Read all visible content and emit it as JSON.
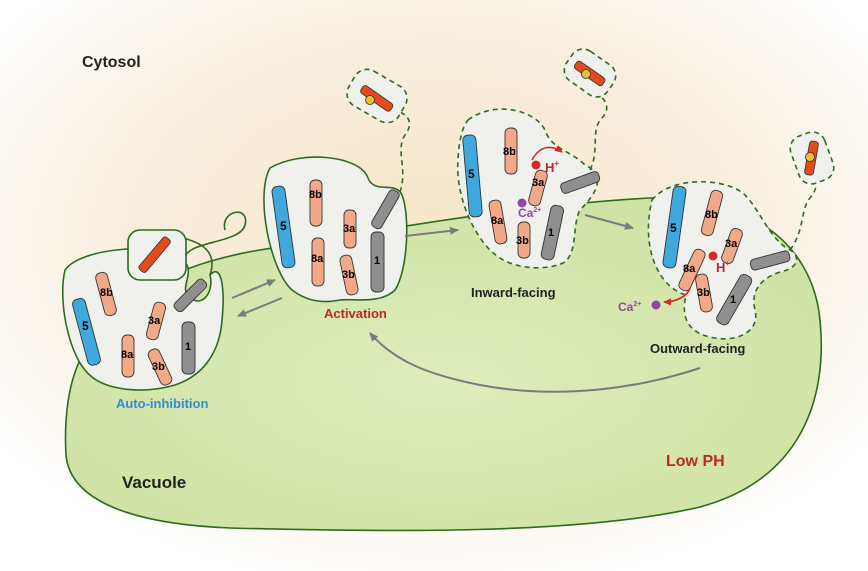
{
  "regions": {
    "cytosol": "Cytosol",
    "vacuole": "Vacuole",
    "low_ph": "Low PH"
  },
  "states": {
    "auto_inhibition": "Auto-inhibition",
    "activation": "Activation",
    "inward_facing": "Inward-facing",
    "outward_facing": "Outward-facing"
  },
  "helix_labels": {
    "h5": "5",
    "h8a": "8a",
    "h8b": "8b",
    "h3a": "3a",
    "h3b": "3b",
    "h1": "1"
  },
  "ions": {
    "proton": "H",
    "proton_charge": "+",
    "calcium": "Ca",
    "calcium_charge": "2+"
  },
  "colors": {
    "helix_5": "#3fa9dd",
    "helix_8_3": "#f2a98a",
    "helix_1": "#8f8f8f",
    "auto_inhibitory_peptide": "#e34a1c",
    "vacuole_fill": "#d9e8b4",
    "cytosol_glow": "#f6e8cf",
    "auto_inhibition_label": "#2c8fd0",
    "activation_label": "#c0262d",
    "low_ph_label": "#c0262d",
    "calcium_ion": "#8e4aa0",
    "proton_ion": "#d22a2a"
  }
}
